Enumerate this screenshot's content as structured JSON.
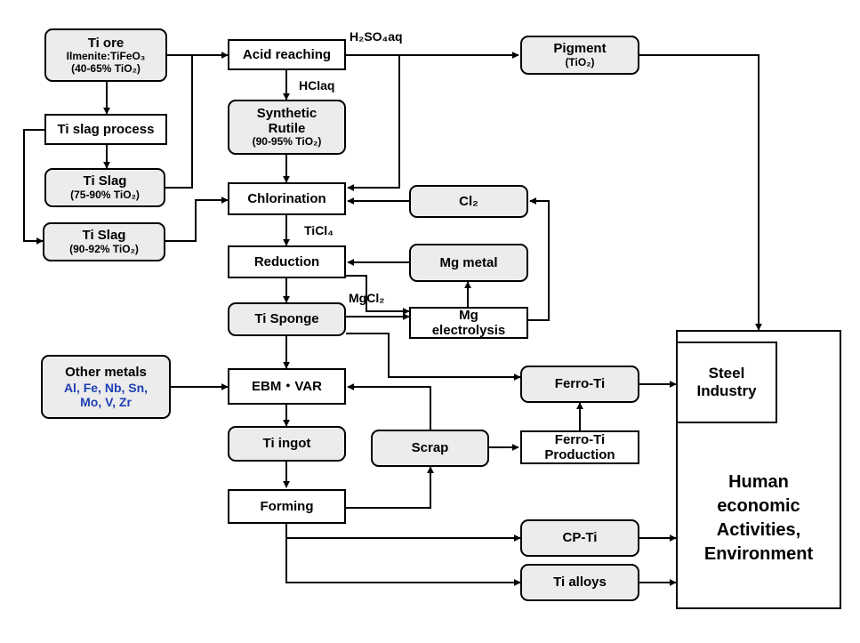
{
  "nodes": {
    "ti_ore": {
      "line1": "Ti ore",
      "line2": "Ilmenite:TiFeO₃",
      "line3": "(40-65% TiO₂)"
    },
    "acid_reaching": {
      "label": "Acid reaching"
    },
    "pigment": {
      "line1": "Pigment",
      "line2": "(TiO₂)"
    },
    "ti_slag_process": {
      "label": "Ti slag process"
    },
    "synthetic_rutile": {
      "line1": "Synthetic",
      "line2": "Rutile",
      "line3": "(90-95% TiO₂)"
    },
    "ti_slag_1": {
      "line1": "Ti Slag",
      "line2": "(75-90% TiO₂)"
    },
    "ti_slag_2": {
      "line1": "Ti Slag",
      "line2": "(90-92% TiO₂)"
    },
    "chlorination": {
      "label": "Chlorination"
    },
    "cl2": {
      "label": "Cl₂"
    },
    "reduction": {
      "label": "Reduction"
    },
    "mg_metal": {
      "label": "Mg metal"
    },
    "mg_electrolysis": {
      "line1": "Mg",
      "line2": "electrolysis"
    },
    "ti_sponge": {
      "label": "Ti Sponge"
    },
    "other_metals": {
      "line1": "Other metals",
      "line2": "Al, Fe, Nb, Sn,",
      "line3": "Mo, V, Zr"
    },
    "ebm_var": {
      "label": "EBM・VAR"
    },
    "ferro_ti": {
      "label": "Ferro-Ti"
    },
    "ti_ingot": {
      "label": "Ti ingot"
    },
    "scrap": {
      "label": "Scrap"
    },
    "ferro_ti_production": {
      "line1": "Ferro-Ti",
      "line2": "Production"
    },
    "forming": {
      "label": "Forming"
    },
    "cp_ti": {
      "label": "CP-Ti"
    },
    "ti_alloys": {
      "label": "Ti alloys"
    },
    "steel_industry": {
      "line1": "Steel",
      "line2": "Industry"
    },
    "human_economic": {
      "line1": "Human",
      "line2": "economic",
      "line3": "Activities,",
      "line4": "Environment"
    }
  },
  "edge_labels": {
    "h2so4": "H₂SO₄aq",
    "hcl": "HClaq",
    "ticl4": "TiCl₄",
    "mgcl2": "MgCl₂"
  },
  "colors": {
    "rounded_fill": "#ececec",
    "square_fill": "#ffffff",
    "stroke": "#000000",
    "metal_list_text": "#1f3fb3"
  }
}
